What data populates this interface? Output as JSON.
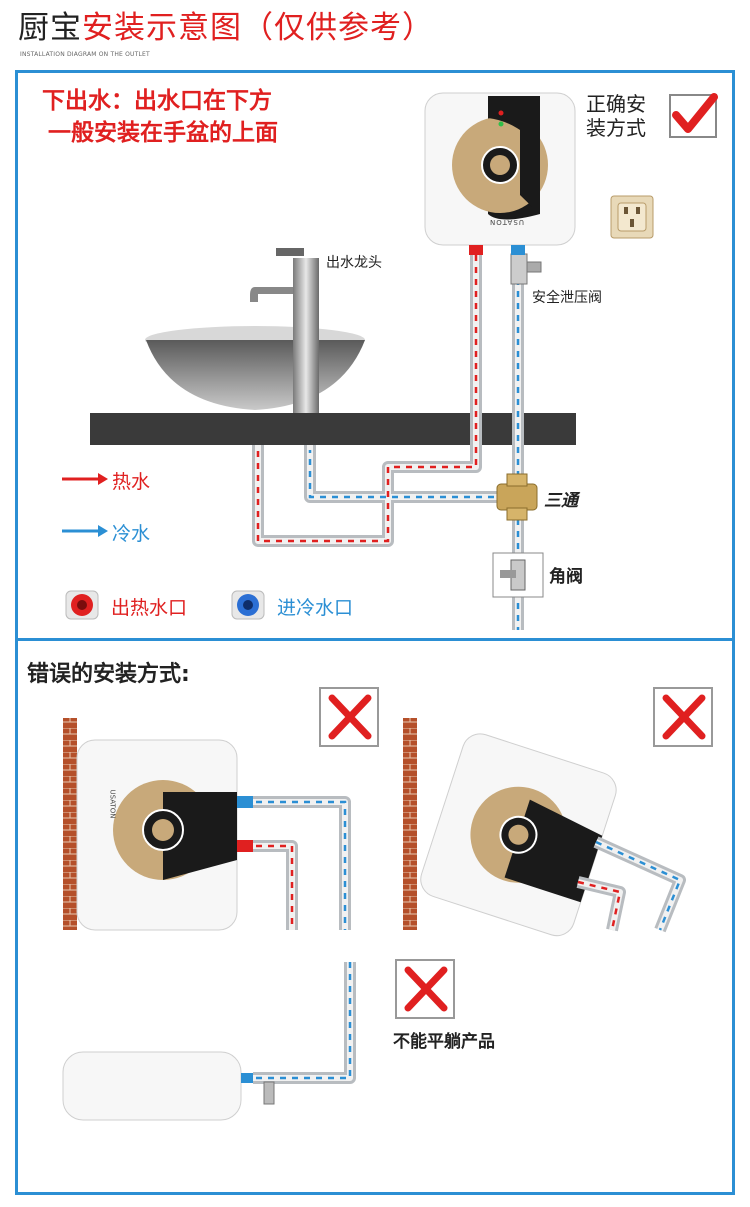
{
  "header": {
    "title_part1": "厨宝",
    "title_part2": "安装示意图（仅供参考）",
    "subtitle": "INSTALLATION DIAGRAM ON THE OUTLET"
  },
  "correct_section": {
    "heading_line1": "下出水：出水口在下方",
    "heading_line2": "一般安装在手盆的上面",
    "correct_label": "正确安装方式",
    "faucet_label": "出水龙头",
    "valve_label": "安全泄压阀",
    "tee_label": "三通",
    "angle_valve_label": "角阀",
    "legend_hot": "热水",
    "legend_cold": "冷水",
    "hot_outlet_label": "出热水口",
    "cold_inlet_label": "进冷水口",
    "brand_text": "USATON",
    "colors": {
      "hot": "#e02020",
      "cold": "#2b8fd4",
      "accent_gold": "#c8a97a",
      "frame": "#2b8fd4"
    }
  },
  "wrong_section": {
    "heading": "错误的安装方式:",
    "flat_label": "不能平躺产品"
  }
}
